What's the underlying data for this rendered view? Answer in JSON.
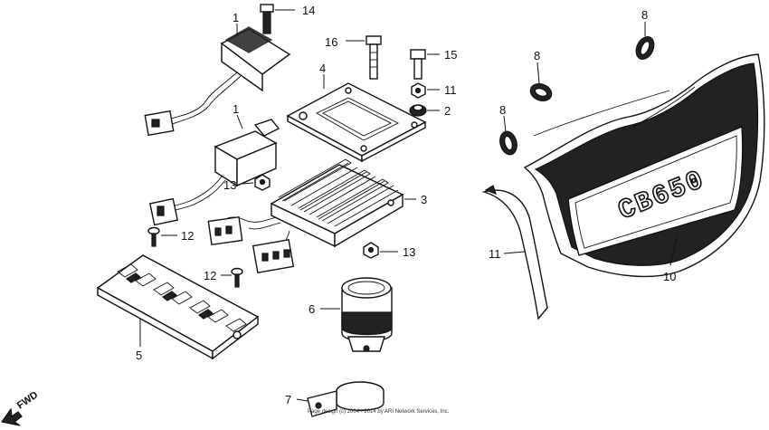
{
  "callouts": {
    "c1a": "1",
    "c1b": "1",
    "c2": "2",
    "c3": "3",
    "c4": "4",
    "c5": "5",
    "c6": "6",
    "c7": "7",
    "c8a": "8",
    "c8b": "8",
    "c8c": "8",
    "c10": "10",
    "c11": "11",
    "c11b": "11",
    "c12a": "12",
    "c12b": "12",
    "c13a": "13",
    "c13b": "13",
    "c14": "14",
    "c15": "15",
    "c16": "16"
  },
  "cover_badge": "CB650",
  "direction_label": "FWD",
  "copyright_line1": "Page design (c) 2004 - 2014 by ARI Network Services, Inc."
}
